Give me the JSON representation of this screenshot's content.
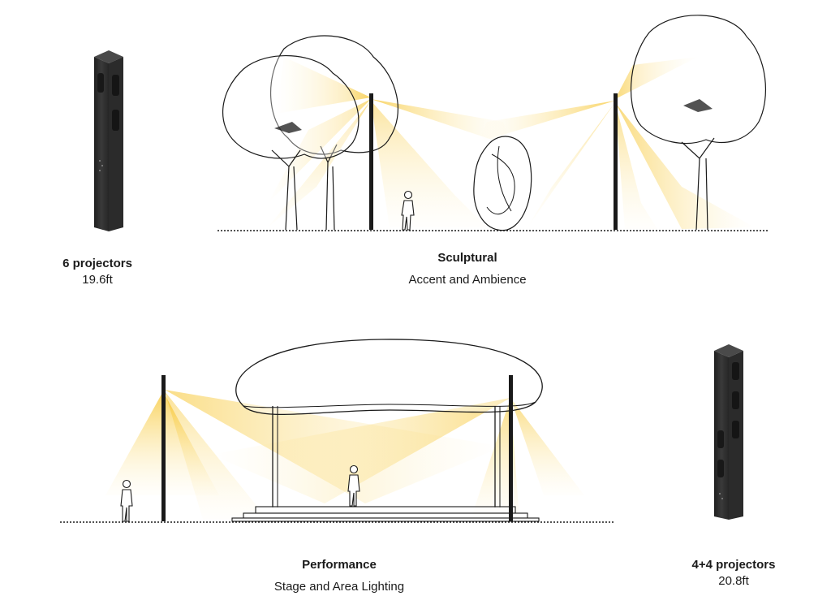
{
  "colors": {
    "light": "#f7c63a",
    "line": "#1a1a1a",
    "pole": "#2e2e2e"
  },
  "products": [
    {
      "projectors": "6 projectors",
      "height": "19.6ft"
    },
    {
      "projectors": "4+4 projectors",
      "height": "20.8ft"
    }
  ],
  "scenes": [
    {
      "title": "Sculptural",
      "subtitle": "Accent and Ambience"
    },
    {
      "title": "Performance",
      "subtitle": "Stage and Area Lighting"
    }
  ]
}
